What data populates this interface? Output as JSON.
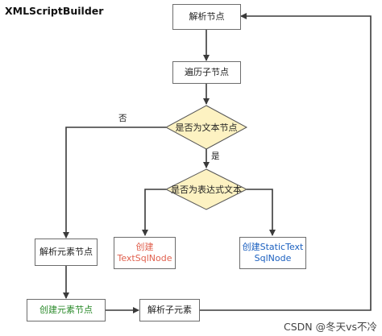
{
  "title": "XMLScriptBuilder",
  "nodes": {
    "parse_node": "解析节点",
    "traverse_children": "遍历子节点",
    "is_text_node": "是否为文本节点",
    "is_expression_text": "是否为表达式文本",
    "parse_element_node": "解析元素节点",
    "create_textsqlnode_line1": "创建",
    "create_textsqlnode_line2": "TextSqlNode",
    "create_statictext_line1": "创建StaticText",
    "create_statictext_line2": "SqlNode",
    "create_element_node": "创建元素节点",
    "parse_child_element": "解析子元素"
  },
  "edge_labels": {
    "no": "否",
    "yes": "是"
  },
  "colors": {
    "diamond_fill": "#fdf2c2",
    "red_text": "#e0604e",
    "blue_text": "#1a5fbf",
    "green_text": "#2a8a2a",
    "line": "#3a3a3a"
  },
  "watermark": "CSDN @冬天vs不冷"
}
